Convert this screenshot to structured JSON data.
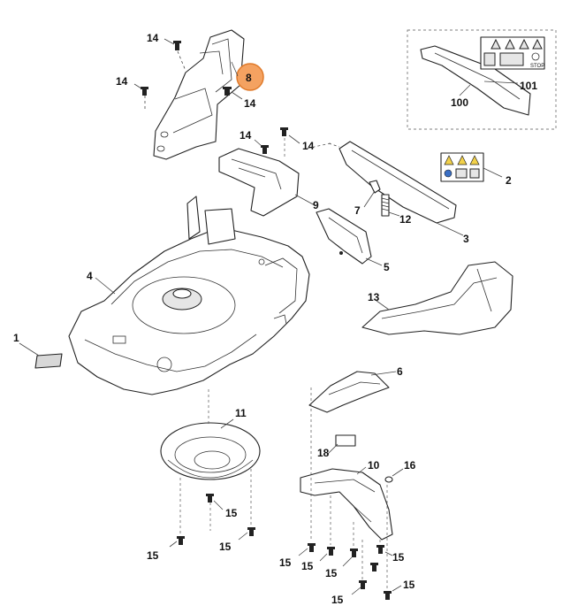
{
  "diagram": {
    "highlight_color": "#f4a261",
    "highlight_stroke": "#e07a2a",
    "labels": {
      "p1": "1",
      "p2": "2",
      "p3": "3",
      "p4": "4",
      "p5": "5",
      "p6": "6",
      "p7": "7",
      "p8": "8",
      "p9": "9",
      "p10": "10",
      "p11": "11",
      "p12": "12",
      "p13": "13",
      "p14": "14",
      "p15": "15",
      "p16": "16",
      "p18": "18",
      "p100": "100",
      "p101": "101"
    },
    "decal_text": "STOP"
  }
}
